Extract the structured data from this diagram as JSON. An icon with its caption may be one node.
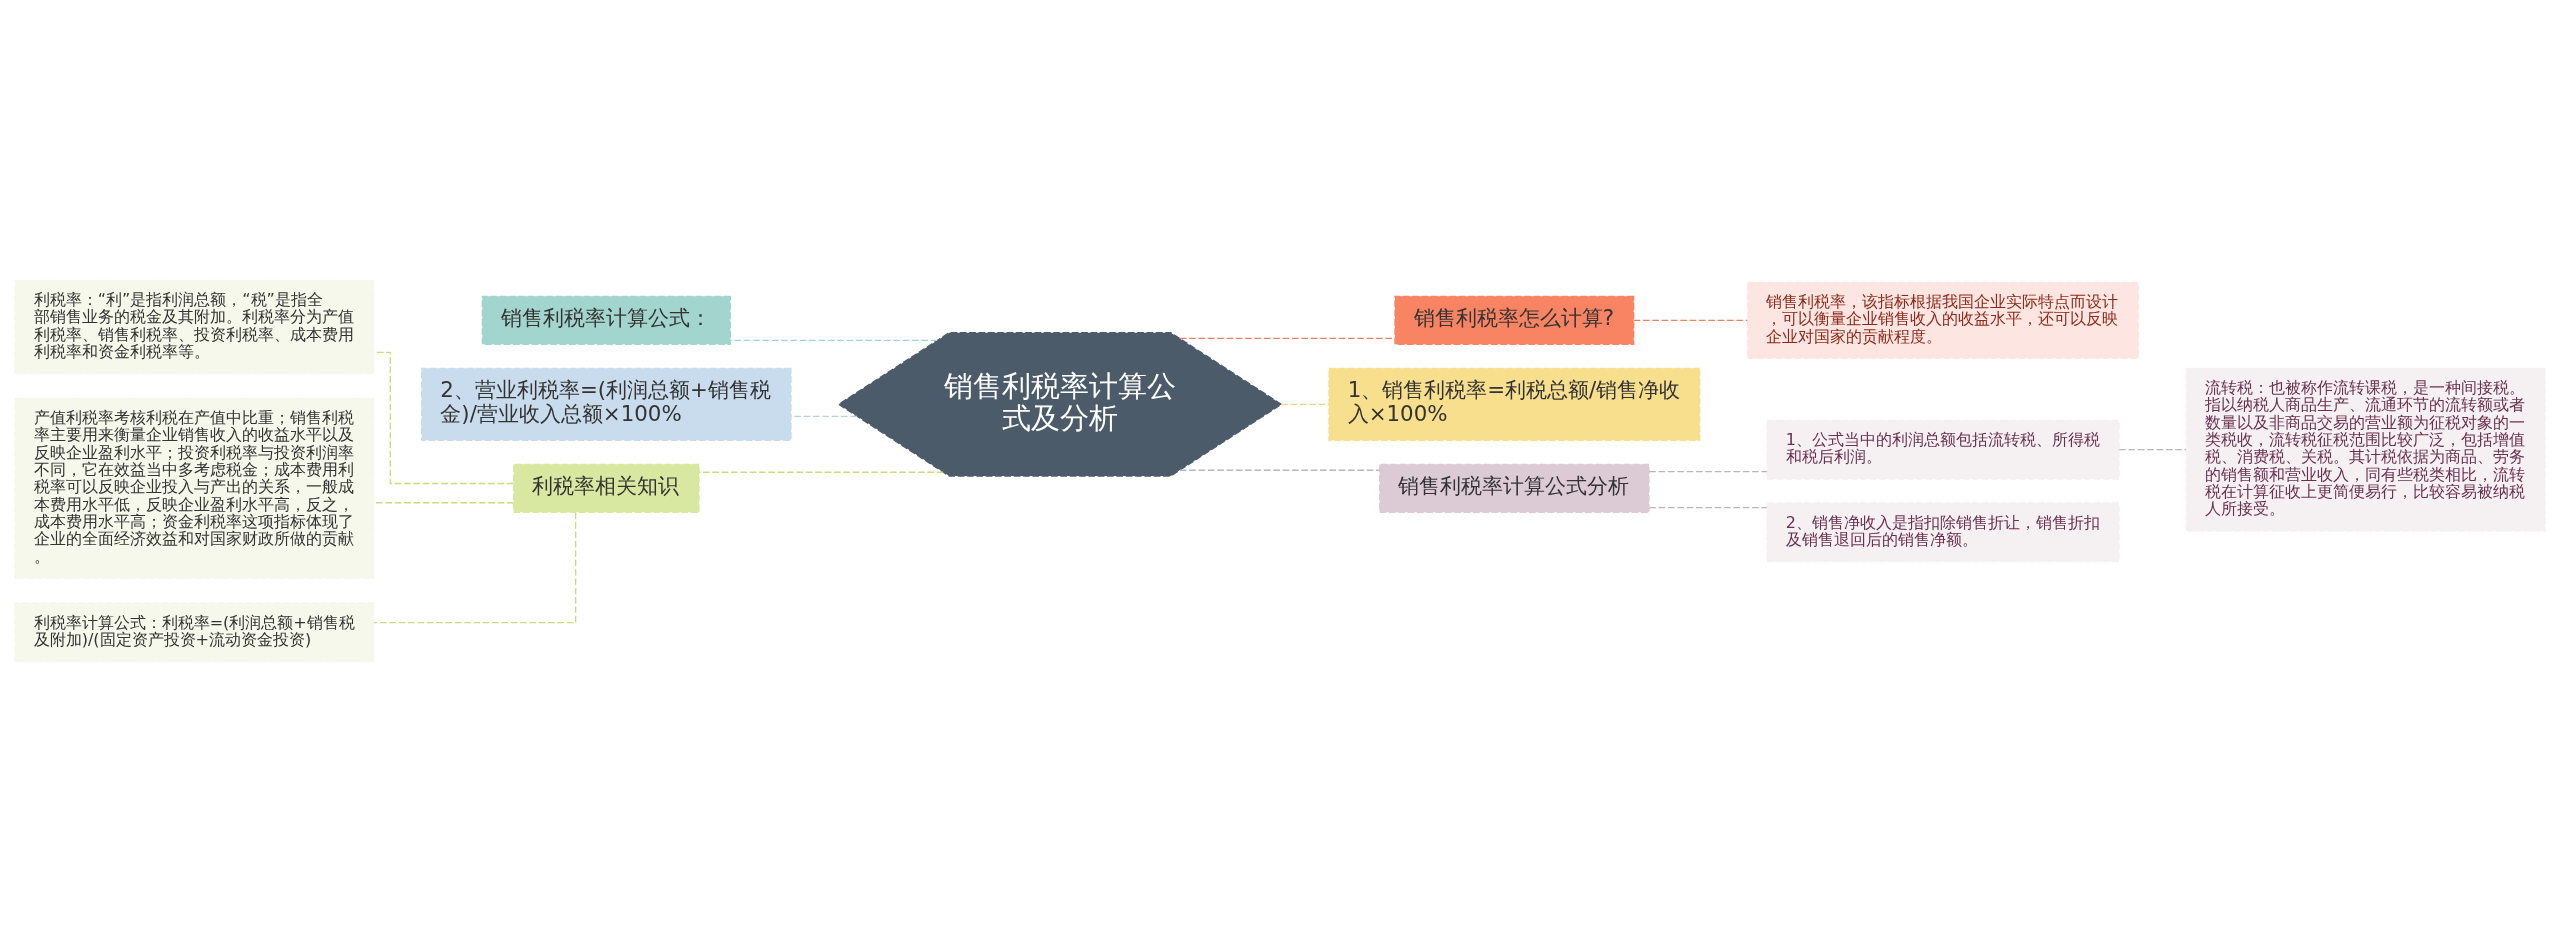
{
  "diagram": {
    "nodes": [
      {
        "text": [
          "销售利税率计算公式及分析"
        ]
      },
      {
        "text": [
          "销售利税率计算公式："
        ]
      },
      {
        "text": [
          "2、营业利税率=(利润总额+销售税金)/营业收入总额×100%"
        ]
      },
      {
        "text": [
          "利税率相关知识"
        ]
      },
      {
        "text": [
          "利税率：“利”是指利润总额，“税”是指全部销售业务的税金及其附加。利税率分为产值利税率、销售利税率、投资利税率、成本费用利税率和资金利税率等。"
        ]
      },
      {
        "text": [
          "产值利税率考核利税在产值中比重；销售利税率主要用来衡量企业销售收入的收益水平以及反映企业盈利水平；投资利税率与投资利润率不同，它在效益当中多考虑税金；成本费用利税率可以反映企业投入与产出的关系，一般成本费用水平低，反映企业盈利水平高，反之，成本费用水平高；资金利税率这项指标体现了企业的全面经济效益和对国家财政所做的贡献。"
        ]
      },
      {
        "text": [
          "利税率计算公式：利税率=(利润总额+销售税及附加)/(固定资产投资+流动资金投资)"
        ]
      },
      {
        "text": [
          "销售利税率怎么计算?"
        ]
      },
      {
        "text": [
          "销售利税率，该指标根据我国企业实际特点而设计，可以衡量企业销售收入的收益水平，还可以反映企业对国家的贡献程度。"
        ]
      },
      {
        "text": [
          "1、销售利税率=利税总额/销售净收入×100%"
        ]
      },
      {
        "text": [
          "销售利税率计算公式分析"
        ]
      },
      {
        "text": [
          "1、公式当中的利润总额包括流转税、所得税和税后利润。"
        ]
      },
      {
        "text": [
          "流转税：也被称作流转课税，是一种间接税。指以纳税人商品生产、流通环节的流转额或者数量以及非商品交易的营业额为征税对象的一类税收，流转税征税范围比较广泛，包括增值税、消费税、关税。其计税依据为商品、劳务的销售额和营业收入，同有些税类相比，流转税在计算征收上更简便易行，比较容易被纳税人所接受。"
        ]
      },
      {
        "text": [
          "2、销售净收入是指扣除销售折让，销售折扣及销售退回后的销售净额。"
        ]
      }
    ],
    "edges": [
      {
        "from": 0,
        "to": 1,
        "arrow": "none",
        "style": "dashed",
        "color": "#a3d5cf"
      },
      {
        "from": 0,
        "to": 2,
        "arrow": "none",
        "style": "dashed",
        "color": "#b8cfe0"
      },
      {
        "from": 0,
        "to": 3,
        "arrow": "none",
        "style": "dashed",
        "color": "#c8dc7c"
      },
      {
        "from": 3,
        "to": 4,
        "arrow": "none",
        "style": "dashed",
        "color": "#c8dc7c"
      },
      {
        "from": 3,
        "to": 5,
        "arrow": "none",
        "style": "dashed",
        "color": "#c8dc7c"
      },
      {
        "from": 3,
        "to": 6,
        "arrow": "none",
        "style": "dashed",
        "color": "#c8dc7c"
      },
      {
        "from": 0,
        "to": 7,
        "arrow": "none",
        "style": "dashed",
        "color": "#f08060"
      },
      {
        "from": 7,
        "to": 8,
        "arrow": "none",
        "style": "dashed",
        "color": "#f08060"
      },
      {
        "from": 0,
        "to": 9,
        "arrow": "none",
        "style": "dashed",
        "color": "#f0d27a"
      },
      {
        "from": 0,
        "to": 10,
        "arrow": "none",
        "style": "dashed",
        "color": "#b8b8b8"
      },
      {
        "from": 10,
        "to": 11,
        "arrow": "none",
        "style": "dashed",
        "color": "#b8b8b8"
      },
      {
        "from": 11,
        "to": 12,
        "arrow": "none",
        "style": "dashed",
        "color": "#b8b8b8"
      },
      {
        "from": 10,
        "to": 13,
        "arrow": "none",
        "style": "dashed",
        "color": "#b8b8b8"
      }
    ]
  }
}
